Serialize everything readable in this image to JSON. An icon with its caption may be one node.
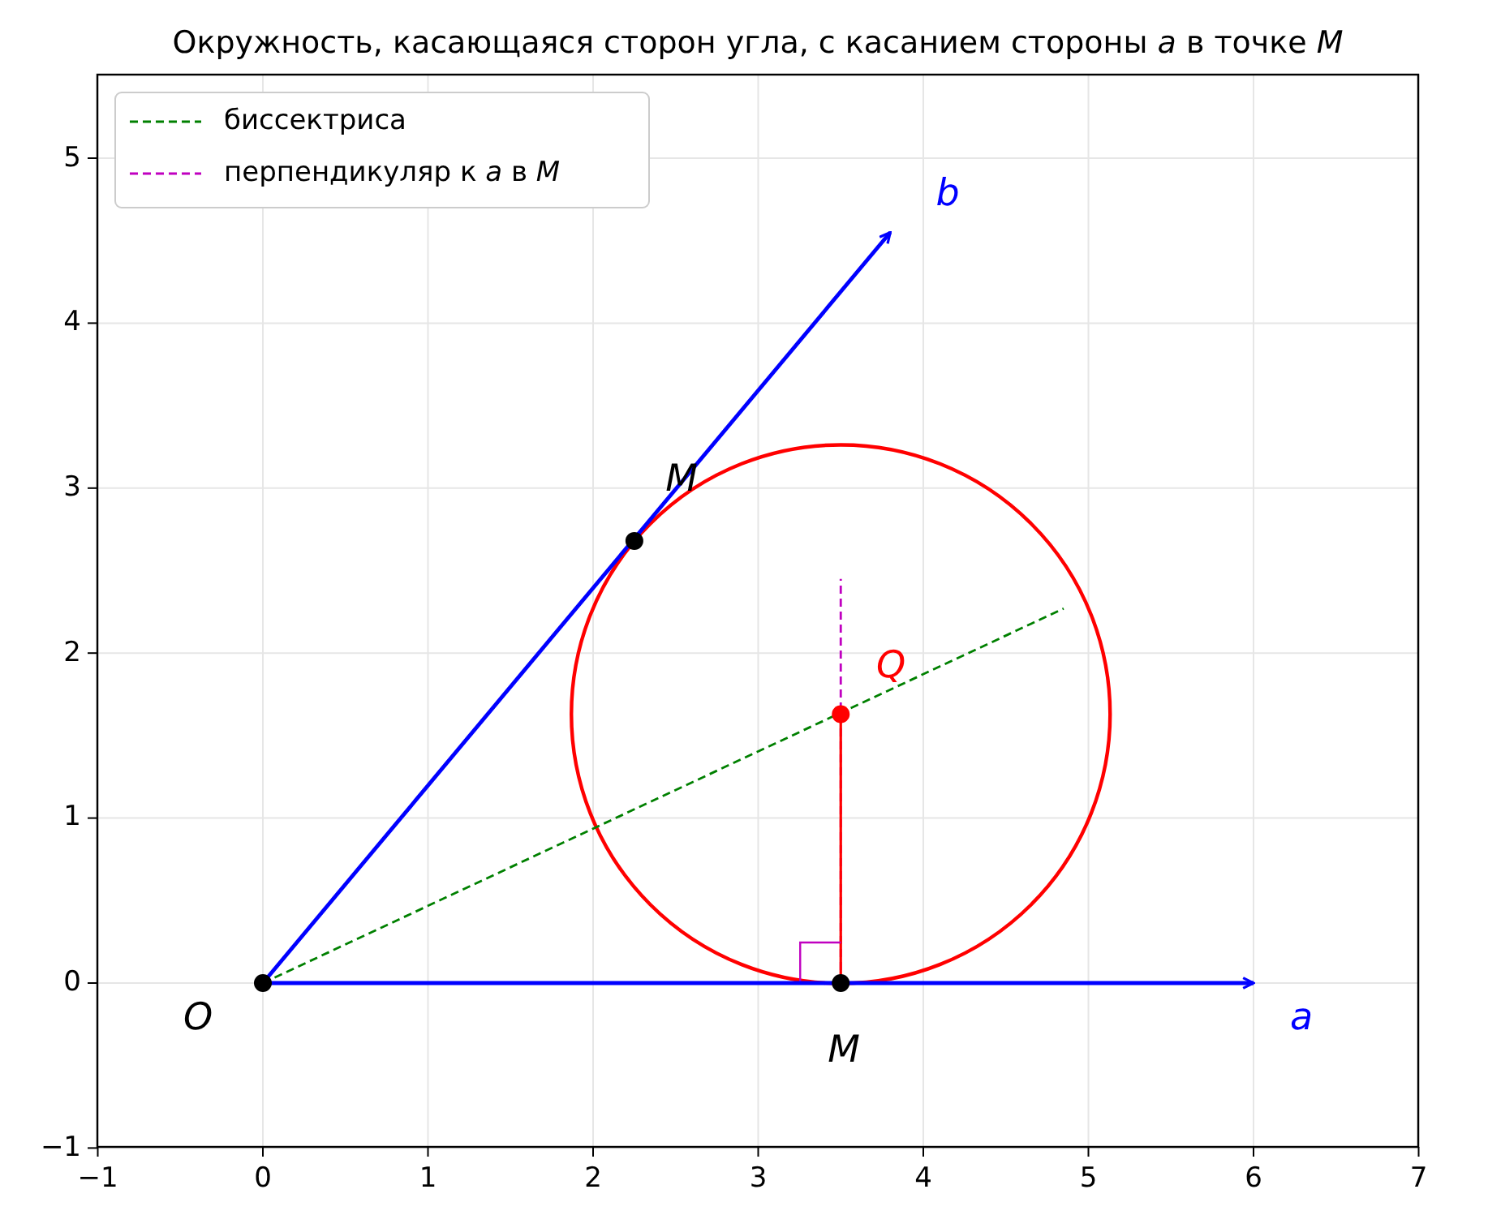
{
  "diagram": {
    "title": "Окружность, касающаяся сторон угла, с касанием стороны *a* в точке *M*",
    "labels": [
      "b",
      "M",
      "Q",
      "O",
      "a",
      "M",
      "5",
      "4",
      "3",
      "2",
      "1",
      "0",
      "−1",
      "−1",
      "0",
      "1",
      "2",
      "3",
      "4",
      "5",
      "6",
      "7"
    ],
    "legend": [
      {
        "text": "биссектриса"
      },
      {
        "text": "перпендикуляр к *a* в *M*"
      }
    ]
  }
}
